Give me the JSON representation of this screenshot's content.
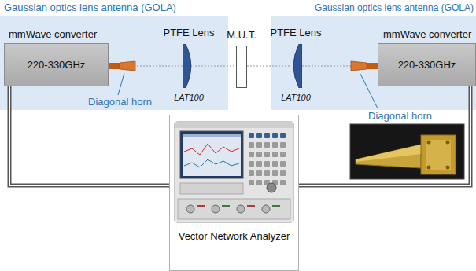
{
  "diagram": {
    "nodes": [
      {
        "text": [
          "Gaussian optics lens antenna (GOLA)"
        ]
      },
      {
        "text": [
          "mmWave converter",
          "220-330GHz"
        ],
        "in": 0
      },
      {
        "text": [
          "PTFE Lens",
          "LAT100"
        ],
        "in": 0
      },
      {
        "text": [
          "M.U.T."
        ]
      },
      {
        "text": [
          "Gaussian optics lens antenna (GOLA)"
        ]
      },
      {
        "text": [
          "PTFE Lens",
          "LAT100"
        ],
        "in": 4
      },
      {
        "text": [
          "mmWave converter",
          "220-330GHz"
        ],
        "in": 4
      },
      {
        "text": [
          "Vector Network Analyzer"
        ]
      }
    ],
    "edges": [
      {
        "from": 1,
        "to": 2,
        "arrow": "none"
      },
      {
        "from": 2,
        "to": 3,
        "arrow": "none"
      },
      {
        "from": 3,
        "to": 5,
        "arrow": "none"
      },
      {
        "from": 5,
        "to": 6,
        "arrow": "none"
      },
      {
        "from": 1,
        "to": 7,
        "arrow": "none"
      },
      {
        "from": 6,
        "to": 7,
        "arrow": "none"
      }
    ],
    "labels": [
      "Diagonal horn",
      "Diagonal horn"
    ]
  }
}
